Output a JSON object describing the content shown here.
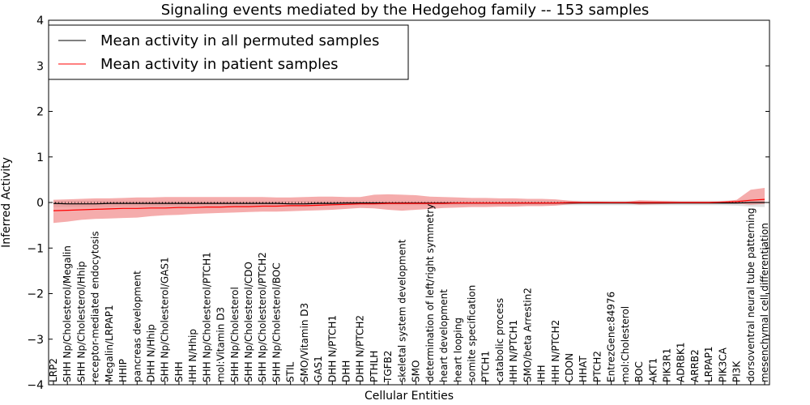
{
  "chart_data": {
    "type": "line",
    "title": "Signaling events mediated by the Hedgehog family -- 153 samples",
    "xlabel": "Cellular Entities",
    "ylabel": "Inferred Activity",
    "ylim": [
      -4,
      4
    ],
    "yticks": [
      4,
      3,
      2,
      1,
      0,
      -1,
      -2,
      -3,
      -4
    ],
    "ytick_labels": [
      "4",
      "3",
      "2",
      "1",
      "0",
      "−1",
      "−2",
      "−3",
      "−4"
    ],
    "grid": false,
    "legend_position": "top-left",
    "categories": [
      "LRP2",
      "SHH Np/Cholesterol/Megalin",
      "SHH Np/Cholesterol/Hhip",
      "receptor-mediated endocytosis",
      "Megalin/LRPAP1",
      "HHIP",
      "pancreas development",
      "DHH N/Hhip",
      "SHH Np/Cholesterol/GAS1",
      "SHH",
      "IHH N/Hhip",
      "SHH Np/Cholesterol/PTCH1",
      "mol:Vitamin D3",
      "SHH Np/Cholesterol",
      "SHH Np/Cholesterol/CDO",
      "SHH Np/Cholesterol/PTCH2",
      "SHH Np/Cholesterol/BOC",
      "STIL",
      "SMO/Vitamin D3",
      "GAS1",
      "DHH N/PTCH1",
      "DHH",
      "DHH N/PTCH2",
      "PTHLH",
      "TGFB2",
      "skeletal system development",
      "SMO",
      "determination of left/right symmetry",
      "heart development",
      "heart looping",
      "somite specification",
      "PTCH1",
      "catabolic process",
      "IHH N/PTCH1",
      "SMO/beta Arrestin2",
      "IHH",
      "IHH N/PTCH2",
      "CDON",
      "HHAT",
      "PTCH2",
      "EntrezGene:84976",
      "mol:Cholesterol",
      "BOC",
      "AKT1",
      "PIK3R1",
      "ADRBK1",
      "ARRB2",
      "LRPAP1",
      "PIK3CA",
      "PI3K",
      "dorsoventral neural tube patterning",
      "mesenchymal cell differentiation"
    ],
    "series": [
      {
        "name": "Mean activity in all permuted samples",
        "color": "#000000",
        "band_color": "#cccccc",
        "values": [
          -0.02,
          -0.03,
          -0.03,
          -0.03,
          -0.02,
          -0.02,
          -0.02,
          -0.02,
          -0.02,
          -0.02,
          -0.02,
          -0.02,
          -0.02,
          -0.02,
          -0.02,
          -0.02,
          -0.02,
          -0.03,
          -0.03,
          -0.02,
          -0.02,
          -0.01,
          -0.01,
          -0.01,
          -0.01,
          -0.01,
          -0.01,
          -0.01,
          -0.01,
          -0.01,
          -0.01,
          -0.01,
          -0.01,
          -0.01,
          -0.01,
          -0.01,
          -0.01,
          -0.01,
          -0.01,
          -0.01,
          -0.01,
          -0.01,
          -0.01,
          -0.01,
          -0.01,
          -0.01,
          -0.01,
          -0.01,
          -0.01,
          -0.01,
          0.0,
          0.0
        ],
        "lower": [
          -0.1,
          -0.1,
          -0.1,
          -0.1,
          -0.1,
          -0.09,
          -0.09,
          -0.09,
          -0.09,
          -0.09,
          -0.08,
          -0.08,
          -0.08,
          -0.08,
          -0.08,
          -0.08,
          -0.08,
          -0.09,
          -0.09,
          -0.08,
          -0.07,
          -0.06,
          -0.06,
          -0.06,
          -0.06,
          -0.06,
          -0.06,
          -0.06,
          -0.06,
          -0.06,
          -0.06,
          -0.06,
          -0.06,
          -0.06,
          -0.06,
          -0.06,
          -0.06,
          -0.06,
          -0.06,
          -0.06,
          -0.06,
          -0.06,
          -0.06,
          -0.06,
          -0.06,
          -0.06,
          -0.06,
          -0.06,
          -0.06,
          -0.07,
          -0.09,
          -0.1
        ],
        "upper": [
          0.04,
          0.04,
          0.04,
          0.04,
          0.04,
          0.04,
          0.04,
          0.04,
          0.04,
          0.04,
          0.04,
          0.04,
          0.04,
          0.04,
          0.04,
          0.04,
          0.04,
          0.03,
          0.03,
          0.04,
          0.04,
          0.04,
          0.04,
          0.04,
          0.04,
          0.04,
          0.04,
          0.04,
          0.04,
          0.04,
          0.04,
          0.04,
          0.04,
          0.04,
          0.04,
          0.04,
          0.04,
          0.04,
          0.04,
          0.04,
          0.04,
          0.04,
          0.04,
          0.04,
          0.04,
          0.04,
          0.04,
          0.04,
          0.04,
          0.05,
          0.07,
          0.08
        ]
      },
      {
        "name": "Mean activity in patient samples",
        "color": "#ff0000",
        "band_color": "#f08080",
        "values": [
          -0.18,
          -0.17,
          -0.16,
          -0.15,
          -0.14,
          -0.13,
          -0.13,
          -0.12,
          -0.12,
          -0.11,
          -0.11,
          -0.1,
          -0.1,
          -0.09,
          -0.09,
          -0.08,
          -0.08,
          -0.07,
          -0.07,
          -0.06,
          -0.05,
          -0.04,
          -0.03,
          -0.03,
          -0.02,
          -0.02,
          -0.02,
          -0.02,
          -0.02,
          -0.01,
          -0.01,
          -0.01,
          -0.01,
          -0.01,
          -0.01,
          -0.01,
          -0.01,
          0.0,
          0.0,
          0.0,
          0.0,
          0.0,
          0.0,
          0.0,
          0.0,
          0.0,
          0.0,
          0.0,
          0.01,
          0.02,
          0.05,
          0.07
        ],
        "lower": [
          -0.45,
          -0.42,
          -0.38,
          -0.36,
          -0.35,
          -0.34,
          -0.33,
          -0.3,
          -0.28,
          -0.27,
          -0.25,
          -0.24,
          -0.23,
          -0.22,
          -0.21,
          -0.2,
          -0.2,
          -0.19,
          -0.18,
          -0.17,
          -0.16,
          -0.14,
          -0.12,
          -0.13,
          -0.16,
          -0.18,
          -0.16,
          -0.14,
          -0.12,
          -0.11,
          -0.1,
          -0.1,
          -0.09,
          -0.09,
          -0.08,
          -0.08,
          -0.07,
          -0.04,
          -0.02,
          -0.02,
          -0.01,
          -0.01,
          -0.05,
          -0.04,
          -0.03,
          -0.02,
          -0.02,
          -0.02,
          -0.02,
          -0.02,
          -0.05,
          -0.03
        ],
        "upper": [
          0.06,
          0.07,
          0.08,
          0.09,
          0.09,
          0.1,
          0.11,
          0.11,
          0.12,
          0.12,
          0.12,
          0.12,
          0.12,
          0.12,
          0.12,
          0.12,
          0.11,
          0.11,
          0.12,
          0.13,
          0.13,
          0.12,
          0.12,
          0.17,
          0.18,
          0.17,
          0.16,
          0.13,
          0.12,
          0.11,
          0.1,
          0.1,
          0.09,
          0.09,
          0.08,
          0.08,
          0.07,
          0.04,
          0.02,
          0.02,
          0.01,
          0.01,
          0.05,
          0.04,
          0.03,
          0.02,
          0.02,
          0.02,
          0.02,
          0.06,
          0.28,
          0.32
        ]
      }
    ],
    "baseline": 0
  }
}
